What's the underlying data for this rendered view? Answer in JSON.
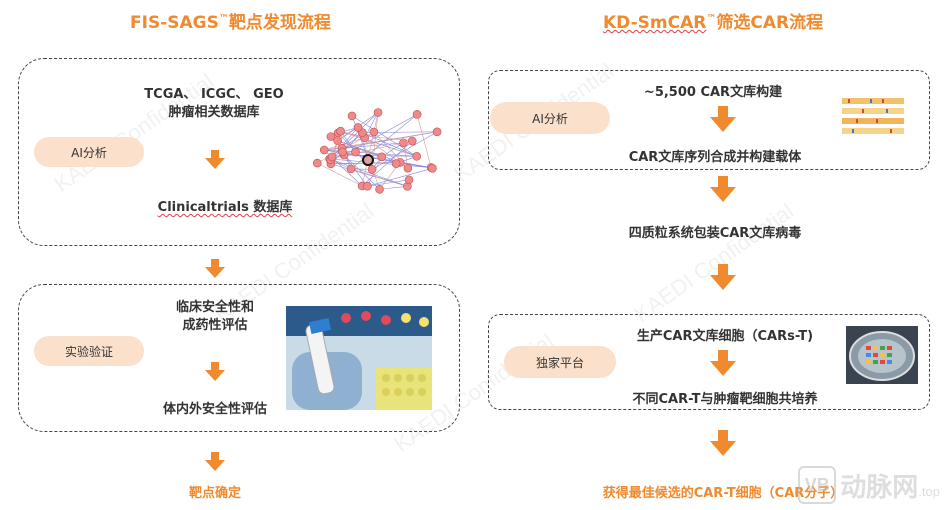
{
  "left": {
    "title": "FIS-SAGS",
    "title_tm": "™",
    "title_suffix": "靶点发现流程",
    "box1": {
      "line1": "TCGA、 ICGC、 GEO",
      "line2": "肿瘤相关数据库",
      "pill": "AI分析",
      "line3": "Clinicaltrials 数据库"
    },
    "box2": {
      "line1": "临床安全性和",
      "line2": "成药性评估",
      "pill": "实验验证",
      "line3": "体内外安全性评估"
    },
    "final": "靶点确定"
  },
  "right": {
    "title": "KD-SmCAR",
    "title_tm": "™",
    "title_suffix": "筛选CAR流程",
    "box1": {
      "line1": "~5,500 CAR文库构建",
      "pill": "AI分析",
      "line2": "CAR文库序列合成并构建载体"
    },
    "middle": "四质粒系统包装CAR文库病毒",
    "box2": {
      "line1": "生产CAR文库细胞（CARs-T)",
      "pill": "独家平台",
      "line2": "不同CAR-T与肿瘤靶细胞共培养"
    },
    "final": "获得最佳候选的CAR-T细胞（CAR分子）"
  },
  "watermark": "KAEDI Confidential",
  "logo": {
    "mark": "VB",
    "text": "动脉网",
    "sub": ".top"
  },
  "colors": {
    "accent": "#ef8a2e",
    "pill": "#fbe0cb",
    "node": "#f08a8a"
  }
}
